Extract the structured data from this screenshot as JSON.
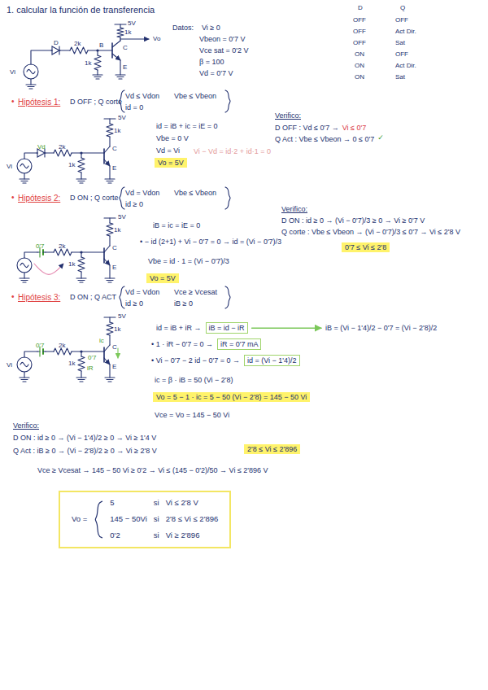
{
  "diagram": {
    "title": "1. calcular la función de transferencia",
    "nodes": [
      {
        "text": [
          "Vo = 5V"
        ]
      },
      {
        "text": [
          "Vo = 5V"
        ]
      },
      {
        "text": [
          "0'7 ≤ Vi ≤ 2'8"
        ]
      },
      {
        "text": [
          "iB = id − iR"
        ]
      },
      {
        "text": [
          "iR = 0'7 mA"
        ]
      },
      {
        "text": [
          "id = (Vi − 1'4)/2"
        ]
      },
      {
        "text": [
          "Vo = 5 − 1 · ic = 5 − 50 (Vi − 2'8) = 145 − 50 Vi"
        ]
      },
      {
        "text": [
          "2'8 ≤ Vi ≤ 2'896"
        ]
      },
      {
        "text": [
          "Vo =",
          "5",
          "si",
          "Vi ≤ 2'8 V",
          "145 − 50Vi",
          "si",
          "2'8 ≤ Vi ≤ 2'896",
          "0'2",
          "si",
          "Vi ≥ 2'896"
        ]
      }
    ],
    "labels": [
      "5V",
      "1k",
      "D",
      "2k",
      "B",
      "C",
      "Vo",
      "1k",
      "E",
      "Vi",
      "Datos:",
      "Vi ≥ 0",
      "Vbeon = 0'7 V",
      "Vce sat = 0'2 V",
      "β = 100",
      "Vd = 0'7 V",
      "D",
      "Q",
      "OFF",
      "OFF",
      "OFF",
      "Act Dir.",
      "OFF",
      "Sat",
      "ON",
      "OFF",
      "ON",
      "Act Dir.",
      "ON",
      "Sat",
      "•",
      "Hipótesis 1:",
      "D OFF ; Q corte",
      "Vd ≤ Vdon",
      "Vbe ≤ Vbeon",
      "id = 0",
      "5V",
      "1k",
      "C",
      "Vd",
      "2k",
      "Vi",
      "1k",
      "E",
      "id = iB + ic = iE = 0",
      "Vbe = 0 V",
      "Vd = Vi",
      "Vi − Vd = id·2 + id·1 = 0",
      "Verifico:",
      "D OFF : Vd ≤ 0'7 →",
      "Vi ≤ 0'7",
      "Q Act : Vbe ≤ Vbeon → 0 ≤ 0'7",
      "✓",
      "•",
      "Hipótesis 2:",
      "D ON ; Q corte",
      "Vd = Vdon",
      "Vbe ≤ Vbeon",
      "id ≥ 0",
      "5V",
      "1k",
      "C",
      "0'7",
      "2k",
      "1k",
      "E",
      "iB = ic = iE = 0",
      "• − id (2+1) + Vi − 0'7 = 0 → id = (Vi − 0'7)/3",
      "Vbe = id · 1 = (Vi − 0'7)/3",
      "Verifico:",
      "D ON : id ≥ 0 → (Vi − 0'7)/3 ≥ 0 → Vi ≥ 0'7 V",
      "Q corte : Vbe ≤ Vbeon → (Vi − 0'7)/3 ≤ 0'7 → Vi ≤ 2'8 V",
      "•",
      "Hipótesis 3:",
      "D ON ; Q ACT",
      "Vd = Vdon",
      "Vce ≥ Vcesat",
      "id ≥ 0",
      "iB ≥ 0",
      "5V",
      "1k",
      "ic",
      "C",
      "0'7",
      "2k",
      "0'7",
      "1k",
      "Vi",
      "iR",
      "E",
      "id = iB + iR →",
      "• 1 · iR − 0'7 = 0 →",
      "• Vi − 0'7 − 2 id − 0'7 = 0 →",
      "iB = (Vi − 1'4)/2 − 0'7 = (Vi − 2'8)/2",
      "ic = β · iB = 50 (Vi − 2'8)",
      "Vce = Vo = 145 − 50 Vi",
      "Verifico:",
      "D ON : id ≥ 0 → (Vi − 1'4)/2 ≥ 0 → Vi ≥ 1'4 V",
      "Q Act : iB ≥ 0 → (Vi − 2'8)/2 ≥ 0 → Vi ≥ 2'8 V",
      "Vce ≥ Vcesat → 145 − 50 Vi ≥ 0'2 → Vi ≤ (145 − 0'2)/50 → Vi ≤ 2'896 V"
    ]
  }
}
